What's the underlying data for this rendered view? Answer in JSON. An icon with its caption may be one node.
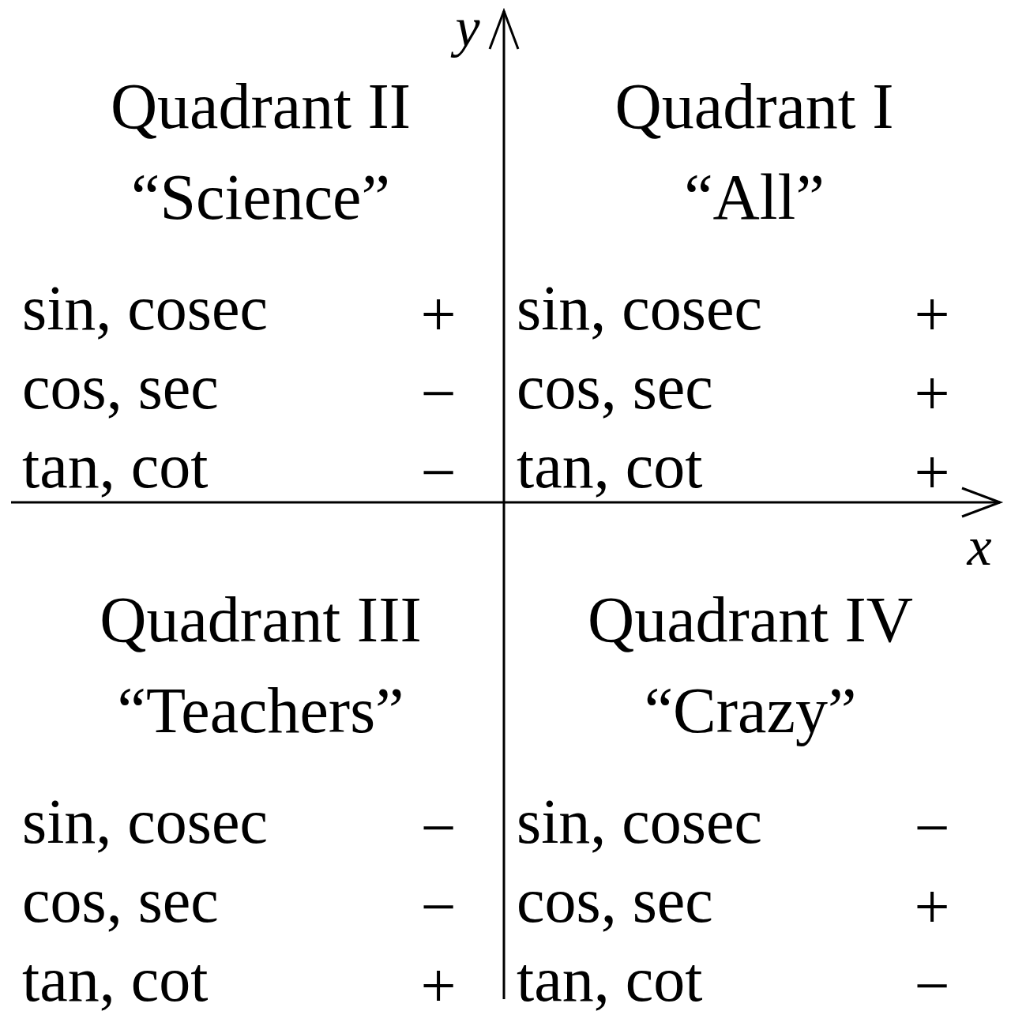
{
  "diagram": {
    "labels": [
      "y",
      "Quadrant II",
      "“Science”",
      "Quadrant I",
      "“All”",
      "sin, cosec",
      "+",
      "sin, cosec",
      "+",
      "cos, sec",
      "−",
      "cos, sec",
      "+",
      "tan, cot",
      "−",
      "tan, cot",
      "+",
      "x",
      "Quadrant III",
      "“Teachers”",
      "Quadrant IV",
      "“Crazy”",
      "sin, cosec",
      "−",
      "sin, cosec",
      "−",
      "cos, sec",
      "−",
      "cos, sec",
      "+",
      "tan, cot",
      "+",
      "tan, cot",
      "−"
    ]
  }
}
